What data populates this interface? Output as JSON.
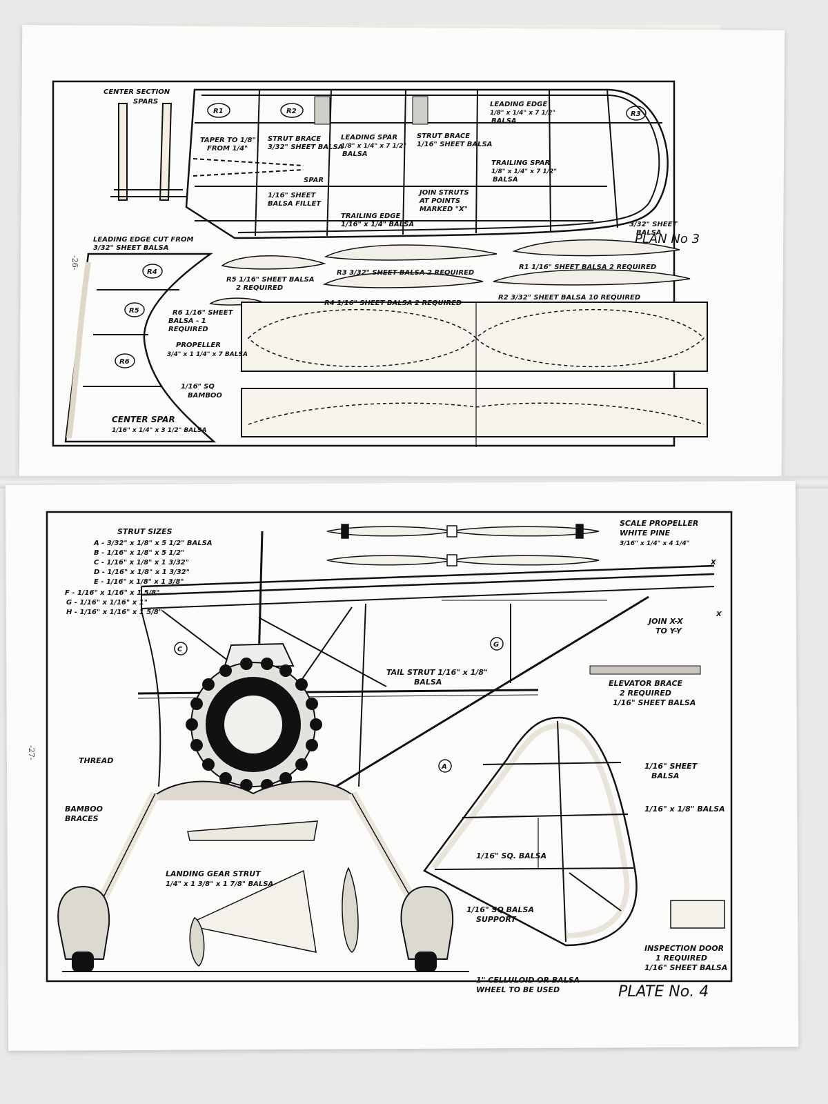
{
  "plan3": {
    "title": "PLAN No 3",
    "page_number": "-26-",
    "center_section_spars": [
      "CENTER SECTION",
      "SPARS"
    ],
    "ribs": [
      "R1",
      "R2",
      "R3",
      "R4",
      "R5",
      "R6"
    ],
    "taper_to": [
      "TAPER TO 1/8\"",
      "FROM 1/4\""
    ],
    "strut_brace_1": [
      "STRUT BRACE",
      "3/32\" SHEET BALSA"
    ],
    "leading_spar": [
      "LEADING SPAR",
      "1/8\" x 1/4\" x 7 1/2\"",
      "BALSA"
    ],
    "strut_brace_2": [
      "STRUT BRACE",
      "1/16\" SHEET BALSA"
    ],
    "leading_edge": [
      "LEADING EDGE",
      "1/8\" x 1/4\" x 7 1/2\"",
      "BALSA"
    ],
    "trailing_spar": [
      "TRAILING SPAR",
      "1/8\" x 1/4\" x 7 1/2\"",
      "BALSA"
    ],
    "spar": "SPAR",
    "sheet_fillet": [
      "1/16\" SHEET",
      "BALSA FILLET"
    ],
    "join_struts": [
      "JOIN STRUTS",
      "AT POINTS",
      "MARKED \"X\""
    ],
    "trailing_edge": [
      "TRAILING EDGE",
      "1/16\" x 1/4\" BALSA"
    ],
    "tip_sheet": [
      "3/32\" SHEET",
      "BALSA"
    ],
    "leading_edge_cut": [
      "LEADING EDGE CUT FROM",
      "3/32\" SHEET BALSA"
    ],
    "r3_label": "R3 3/32\" SHEET BALSA 2 REQUIRED",
    "r1_label": "R1 1/16\" SHEET BALSA 2 REQUIRED",
    "r5_label": [
      "R5 1/16\" SHEET BALSA",
      "2 REQUIRED"
    ],
    "r4_label": "R4 1/16\" SHEET BALSA 2 REQUIRED",
    "r2_label": "R2 3/32\" SHEET BALSA 10 REQUIRED",
    "r6_label": [
      "R6 1/16\" SHEET",
      "BALSA - 1",
      "REQUIRED"
    ],
    "propeller": [
      "PROPELLER",
      "3/4\" x 1 1/4\" x 7 BALSA"
    ],
    "bamboo": [
      "1/16\" SQ",
      "BAMBOO"
    ],
    "center_spar": [
      "CENTER SPAR",
      "1/16\" x 1/4\" x 3 1/2\" BALSA"
    ]
  },
  "plate4": {
    "title": "PLATE No. 4",
    "page_number": "-27-",
    "strut_sizes_title": "STRUT SIZES",
    "strut_sizes": [
      "A - 3/32\" x 1/8\" x 5 1/2\" BALSA",
      "B - 1/16\" x 1/8\" x 5 1/2\"",
      "C - 1/16\" x 1/8\" x 1 3/32\"",
      "D - 1/16\" x 1/8\" x 1 3/32\"",
      "E - 1/16\" x 1/8\" x 1 3/8\"",
      "F - 1/16\" x 1/16\" x 1 5/8\"",
      "G - 1/16\" x 1/16\" x 1\"",
      "H - 1/16\" x 1/16\" x 1 5/8\""
    ],
    "scale_propeller": [
      "SCALE PROPELLER",
      "WHITE PINE",
      "3/16\" x 1/4\" x 4 1/4\""
    ],
    "join_xx": [
      "JOIN X-X",
      "TO Y-Y"
    ],
    "tail_strut": [
      "TAIL STRUT 1/16\" x 1/8\"",
      "BALSA"
    ],
    "elevator_brace": [
      "ELEVATOR BRACE",
      "2 REQUIRED",
      "1/16\" SHEET BALSA"
    ],
    "thread": "THREAD",
    "bamboo_braces": [
      "BAMBOO",
      "BRACES"
    ],
    "sheet_balsa": [
      "1/16\" SHEET",
      "BALSA"
    ],
    "balsa_16_8": "1/16\" x 1/8\" BALSA",
    "sq_balsa": "1/16\" SQ. BALSA",
    "landing_gear": [
      "LANDING GEAR STRUT",
      "1/4\" x 1 3/8\" x 1 7/8\" BALSA"
    ],
    "sq_support": [
      "1/16\" SQ BALSA",
      "SUPPORT"
    ],
    "inspection_door": [
      "INSPECTION DOOR",
      "1 REQUIRED",
      "1/16\" SHEET BALSA"
    ],
    "wheel_note": [
      "1\" CELLULOID OR BALSA",
      "WHEEL TO BE USED"
    ],
    "circle_labels": [
      "C",
      "G",
      "A"
    ],
    "x_marks": [
      "X",
      "X"
    ]
  }
}
